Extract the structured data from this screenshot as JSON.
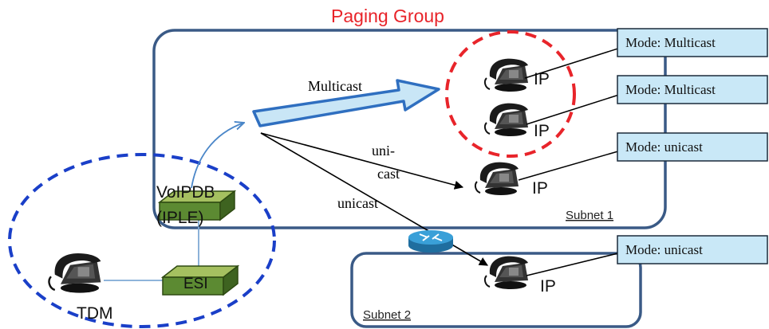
{
  "title": "Paging Group",
  "colors": {
    "title": "#e8242a",
    "subnet_border": "#3a5a86",
    "tdm_ellipse": "#1a3fc8",
    "paging_circle": "#e8242a",
    "arrow_fill": "#c9e6f6",
    "arrow_stroke": "#2f6fc0",
    "mode_box_fill": "#c9e8f7",
    "mode_box_stroke": "#1b2a3a",
    "device_fill": "#5c8a32",
    "router_fill": "#2e8fc8"
  },
  "labels": {
    "multicast": "Multicast",
    "uni": "uni-",
    "cast": "cast",
    "unicast": "unicast",
    "subnet1": "Subnet 1",
    "subnet2": "Subnet 2",
    "voipdb_line1": "VoIPDB",
    "voipdb_line2": "(IPLE)",
    "esi": "ESI",
    "tdm": "TDM"
  },
  "phones": [
    {
      "label": "IP",
      "mode": "Mode: Multicast"
    },
    {
      "label": "IP",
      "mode": "Mode: Multicast"
    },
    {
      "label": "IP",
      "mode": "Mode: unicast"
    },
    {
      "label": "IP",
      "mode": "Mode: unicast"
    }
  ],
  "icons": [
    "phone-icon",
    "router-icon",
    "gateway-device-icon"
  ]
}
